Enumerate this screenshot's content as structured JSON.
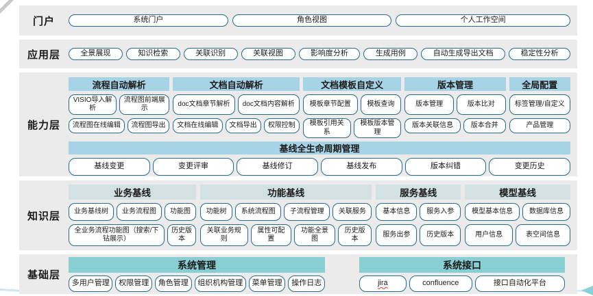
{
  "layers": {
    "portal": {
      "label": "门户",
      "buttons": [
        "系统门户",
        "角色视图",
        "个人工作空间"
      ]
    },
    "application": {
      "label": "应用层",
      "buttons": [
        "全景展现",
        "知识检索",
        "关联识别",
        "关联视图",
        "影响度分析",
        "生成用例",
        "自动生成导出文档",
        "稳定性分析"
      ]
    },
    "capability": {
      "label": "能力层",
      "sections": [
        {
          "title": "流程自动解析",
          "rows": [
            [
              "VISIO导入解析",
              "流程图前端展示"
            ],
            [
              "流程图在线编辑",
              "流程图导出"
            ]
          ]
        },
        {
          "title": "文档自动解析",
          "rows": [
            [
              "doc文档章节解析",
              "doc文档内容解析"
            ],
            [
              "文档在线编辑",
              "文档导出",
              "权限控制"
            ]
          ]
        },
        {
          "title": "文档模板自定义",
          "rows": [
            [
              "模板章节配置",
              "模板查询"
            ],
            [
              "模板引用关系",
              "模板版本管理"
            ]
          ]
        },
        {
          "title": "版本管理",
          "rows": [
            [
              "版本管理",
              "版本比对"
            ],
            [
              "版本关联信息",
              "版本合并"
            ]
          ]
        },
        {
          "title": "全局配置",
          "rows": [
            [
              "标签管理/自定义"
            ],
            [
              "产品管理"
            ]
          ]
        }
      ],
      "baseline": {
        "title": "基线全生命周期管理",
        "buttons": [
          "基线变更",
          "变更评审",
          "基线修订",
          "基线发布",
          "版本纠错",
          "变更历史"
        ]
      }
    },
    "knowledge": {
      "label": "知识层",
      "sections": [
        {
          "title": "业务基线",
          "rows": [
            [
              "业务基线树",
              "业务流程图",
              "功能图"
            ],
            [
              "全业务流程功能图（搜索/下钻展示）",
              "历史版本"
            ]
          ]
        },
        {
          "title": "功能基线",
          "rows": [
            [
              "功能树",
              "系统流程图",
              "子流程管理",
              "关联服务"
            ],
            [
              "关联业务规则",
              "属性可配置",
              "功能全景图",
              "历史版本"
            ]
          ]
        },
        {
          "title": "服务基线",
          "rows": [
            [
              "基本信息",
              "服务入参"
            ],
            [
              "服务出参",
              "历史版本"
            ]
          ]
        },
        {
          "title": "模型基线",
          "rows": [
            [
              "模型基本信息",
              "数据库信息"
            ],
            [
              "用户信息",
              "表空间信息"
            ]
          ]
        }
      ]
    },
    "base": {
      "label": "基础层",
      "sections": [
        {
          "title": "系统管理",
          "buttons": [
            "多用户管理",
            "权限管理",
            "角色管理",
            "组织机构管理",
            "菜单管理",
            "操作日志"
          ]
        },
        {
          "title": "系统接口",
          "buttons": [
            "jira",
            "confluence",
            "接口自动化平台"
          ]
        }
      ]
    }
  },
  "decorations": {
    "spellcheck_word": "jira",
    "arrow": "left-arrow"
  },
  "colors": {
    "band_background": "#ebebeb",
    "capability_header": "#a6d4e6",
    "knowledge_header": "#d4e1e2",
    "base_header": "#87cfd3",
    "box_border": "#256c89",
    "text": "#1a1a1a",
    "arrow": "#8ad0d8",
    "spellcheck_underline": "#e03c31"
  }
}
